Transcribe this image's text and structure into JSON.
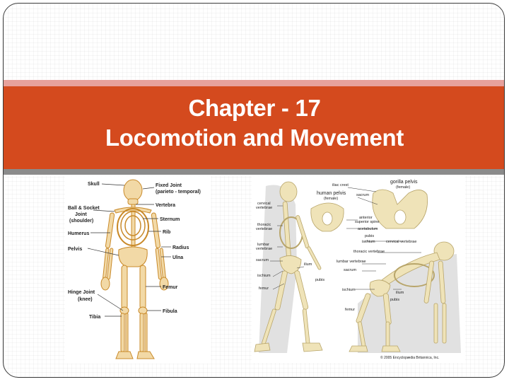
{
  "slide": {
    "title_line1": "Chapter - 17",
    "title_line2": "Locomotion and Movement"
  },
  "left_image": {
    "labels": {
      "skull": "Skull",
      "fixed_joint_1": "Fixed Joint",
      "fixed_joint_2": "(parieto - temporal)",
      "vertebra": "Vertebra",
      "ball_socket_1": "Ball & Socket",
      "ball_socket_2": "Joint",
      "ball_socket_3": "(shoulder)",
      "sternum": "Sternum",
      "humerus": "Humerus",
      "rib": "Rib",
      "pelvis": "Pelvis",
      "radius": "Radius",
      "ulna": "Ulna",
      "femur": "Femur",
      "hinge_1": "Hinge Joint",
      "hinge_2": "(knee)",
      "fibula": "Fibula",
      "tibia": "Tibia"
    },
    "bone_color": "#f2d9a6",
    "bone_outline": "#c98a2a"
  },
  "right_image": {
    "labels": {
      "iliac_crest": "iliac crest",
      "gorilla_pelvis": "gorilla pelvis",
      "gorilla_female": "(female)",
      "human_pelvis": "human pelvis",
      "human_female": "(female)",
      "sacrum_top": "sacrum",
      "cervical_1": "cervical",
      "cervical_2": "vertebrae",
      "anterior_1": "anterior",
      "anterior_2": "superior spine",
      "acetabulum": "acetabulum",
      "thoracic_1": "thoracic",
      "thoracic_2": "vertebrae",
      "pubis_top": "pubis",
      "ischium_top": "ischium",
      "cervical_vertebrae": "cervical vertebrae",
      "lumbar_1": "lumbar",
      "lumbar_2": "vertebrae",
      "thoracic_vertebrae": "thoracic vertebrae",
      "sacrum_left": "sacrum",
      "ilium_left": "ilium",
      "lumbar_vertebrae": "lumbar vertebrae",
      "sacrum_right": "sacrum",
      "ischium_left": "ischium",
      "pubis_left": "pubis",
      "femur_left": "femur",
      "ischium_right": "ischium",
      "ilium_right": "ilium",
      "pubis_right": "pubis",
      "femur_right": "femur",
      "copyright": "© 2005 Encyclopædia Britannica, Inc."
    },
    "bone_color": "#efe3b8",
    "shadow_color": "#c9c9c9"
  }
}
